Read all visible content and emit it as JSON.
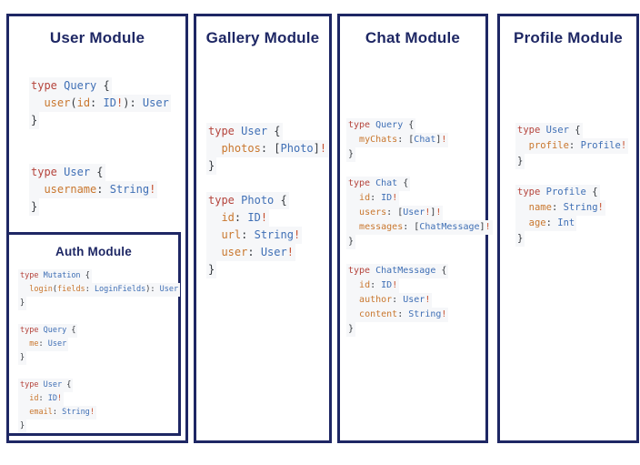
{
  "colors": {
    "border_navy": "#1e2764",
    "keyword_red": "#b5443c",
    "type_blue": "#3f6fb5",
    "field_orange": "#c9772e",
    "bang_red": "#c6502f",
    "punct_gray": "#34383d"
  },
  "modules": {
    "user": {
      "title": "User Module",
      "code": [
        "type Query {",
        "  user(id: ID!): User",
        "}",
        "",
        "",
        "type User {",
        "  username: String!",
        "}"
      ],
      "submodule": {
        "title": "Auth Module",
        "code": [
          "type Mutation {",
          "  login(fields: LoginFields): User",
          "}",
          "",
          "type Query {",
          "  me: User",
          "}",
          "",
          "type User {",
          "  id: ID!",
          "  email: String!",
          "}"
        ]
      }
    },
    "gallery": {
      "title": "Gallery Module",
      "code": [
        "type User {",
        "  photos: [Photo]!",
        "}",
        "",
        "type Photo {",
        "  id: ID!",
        "  url: String!",
        "  user: User!",
        "}"
      ]
    },
    "chat": {
      "title": "Chat Module",
      "code": [
        "type Query {",
        "  myChats: [Chat]!",
        "}",
        "",
        "type Chat {",
        "  id: ID!",
        "  users: [User!]!",
        "  messages: [ChatMessage]!",
        "}",
        "",
        "type ChatMessage {",
        "  id: ID!",
        "  author: User!",
        "  content: String!",
        "}"
      ]
    },
    "profile": {
      "title": "Profile Module",
      "code": [
        "type User {",
        "  profile: Profile!",
        "}",
        "",
        "type Profile {",
        "  name: String!",
        "  age: Int",
        "}"
      ]
    }
  }
}
